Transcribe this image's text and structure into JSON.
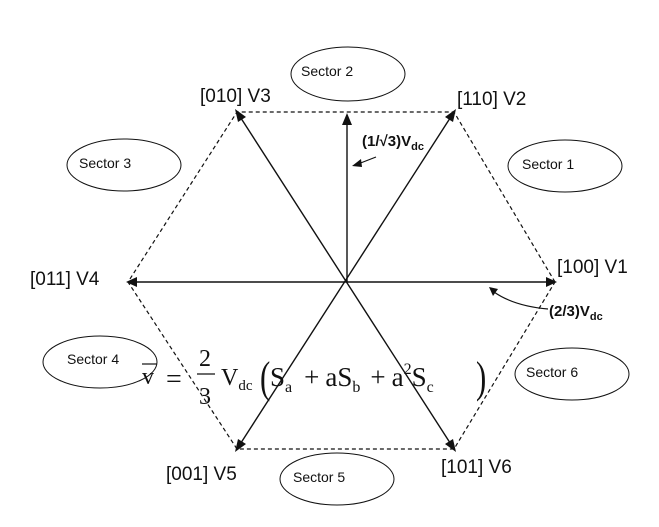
{
  "vertices": {
    "v1": "[100] V1",
    "v2": "[110] V2",
    "v3": "[010] V3",
    "v4": "[011] V4",
    "v5": "[001] V5",
    "v6": "[101] V6"
  },
  "sectors": {
    "s1": "Sector 1",
    "s2": "Sector 2",
    "s3": "Sector 3",
    "s4": "Sector 4",
    "s5": "Sector 5",
    "s6": "Sector 6"
  },
  "magnitudes": {
    "short": {
      "main": "(1/√3)V",
      "sub": "dc"
    },
    "long": {
      "main": "(2/3)V",
      "sub": "dc"
    }
  },
  "equation": {
    "lhs": "v",
    "equals": "=",
    "num": "2",
    "den": "3",
    "v": "V",
    "v_sub": "dc",
    "s": "S",
    "sub_a": "a",
    "plus1": "+",
    "a1": "a",
    "s2": "S",
    "sub_b": "b",
    "plus2": "+",
    "a2": "a",
    "sup2": "2",
    "s3": "S",
    "sub_c": "c"
  },
  "colors": {
    "ink": "#111111",
    "background": "#ffffff"
  }
}
